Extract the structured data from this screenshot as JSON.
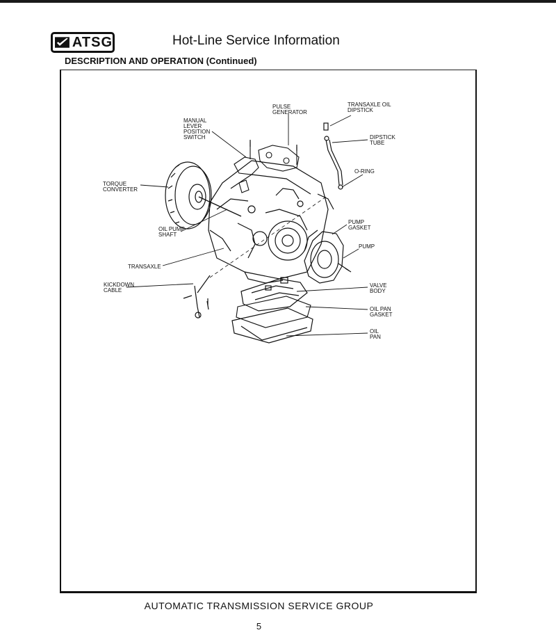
{
  "header": {
    "logo_text": "ATSG",
    "title": "Hot-Line Service Information"
  },
  "section": {
    "heading": "DESCRIPTION AND OPERATION (Continued)"
  },
  "diagram": {
    "labels": {
      "pulse_generator": [
        "PULSE",
        "GENERATOR"
      ],
      "transaxle_oil_dipstick": [
        "TRANSAXLE OIL",
        "DIPSTICK"
      ],
      "manual_lever_position_switch": [
        "MANUAL",
        "LEVER",
        "POSITION",
        "SWITCH"
      ],
      "dipstick_tube": [
        "DIPSTICK",
        "TUBE"
      ],
      "o_ring": [
        "O-RING"
      ],
      "torque_converter": [
        "TORQUE",
        "CONVERTER"
      ],
      "oil_pump_shaft": [
        "OIL PUMP",
        "SHAFT"
      ],
      "pump_gasket": [
        "PUMP",
        "GASKET"
      ],
      "pump": [
        "PUMP"
      ],
      "transaxle": [
        "TRANSAXLE"
      ],
      "kickdown_cable": [
        "KICKDOWN",
        "CABLE"
      ],
      "valve_body": [
        "VALVE",
        "BODY"
      ],
      "oil_pan_gasket": [
        "OIL PAN",
        "GASKET"
      ],
      "oil_pan": [
        "OIL",
        "PAN"
      ]
    }
  },
  "footer": {
    "organization": "AUTOMATIC TRANSMISSION SERVICE GROUP",
    "page_number": "5"
  }
}
